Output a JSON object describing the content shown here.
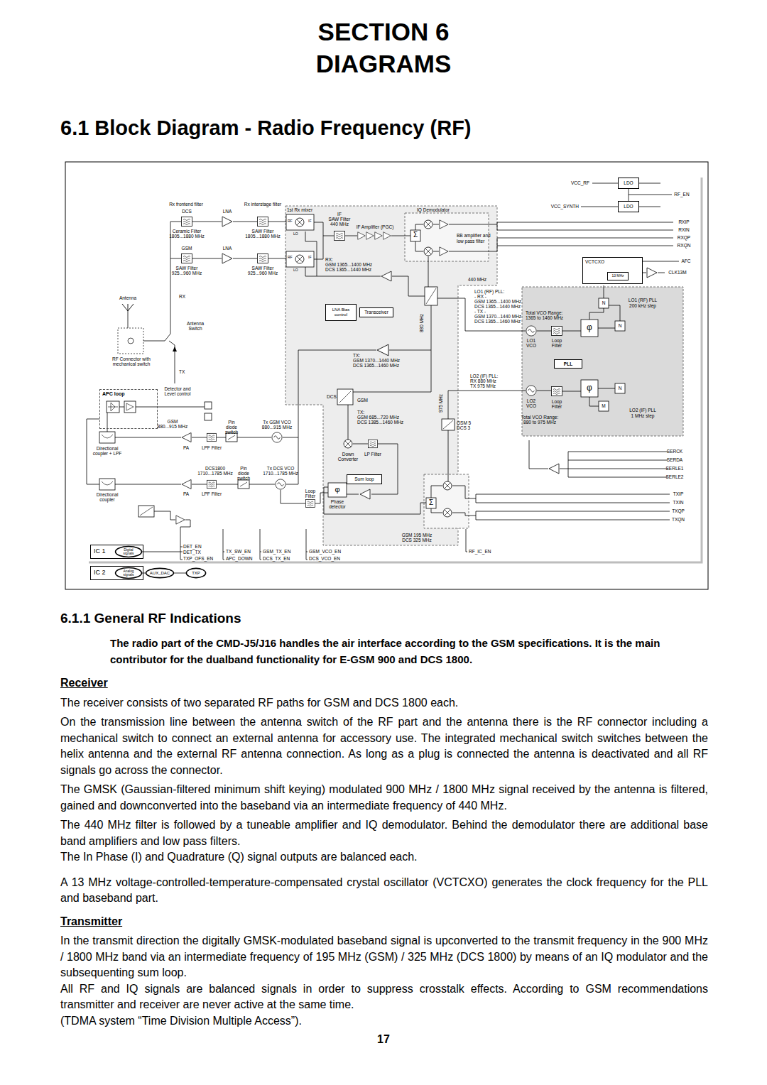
{
  "diagram": {
    "title": "SECTION 6 DIAGRAMS",
    "nodes": [
      {
        "text": [
          "LDO"
        ]
      },
      {
        "text": [
          "LDO"
        ]
      },
      {
        "text": [
          "VCTCXO"
        ]
      },
      {
        "text": [
          "13 MHz"
        ],
        "in": 2
      },
      {
        "text": [
          "LNA Bias control"
        ]
      },
      {
        "text": [
          "Transceiver"
        ]
      },
      {
        "text": [
          "PLL"
        ]
      },
      {
        "text": [
          "APC loop"
        ]
      },
      {
        "text": [
          "Sum loop"
        ]
      },
      {
        "text": [
          "IC 1"
        ]
      },
      {
        "text": [
          "Digital signals"
        ],
        "in": 9
      },
      {
        "text": [
          "IC 2"
        ]
      },
      {
        "text": [
          "Analog signals"
        ],
        "in": 11
      },
      {
        "text": [
          "AUX_DAC"
        ]
      },
      {
        "text": [
          "TXP"
        ]
      }
    ],
    "edges": [
      {
        "from": 12,
        "to": 13,
        "arrow": "none"
      },
      {
        "from": 13,
        "to": 14,
        "arrow": "none"
      }
    ],
    "labels": [
      "6.1 Block Diagram - Radio Frequency (RF)",
      "6.1.1 General RF Indications",
      "The radio part of the CMD-J5/J16 handles the air interface according to the GSM specifications. It is the main contributor for the dualband functionality for E-GSM 900 and DCS 1800.",
      "Receiver",
      "The receiver consists of two separated RF paths for GSM and DCS 1800 each.",
      "On the transmission line between the antenna switch of the RF part and the antenna there is the RF connector including a mechanical switch to connect an external antenna for accessory use. The integrated mechanical switch switches between the helix antenna and the external RF antenna connection. As long as a plug is connected the antenna is deactivated and all RF signals go across the connector.",
      "The GMSK (Gaussian-filtered minimum shift keying) modulated 900 MHz / 1800 MHz signal received by the antenna is filtered, gained and downconverted into the baseband via an intermediate frequency of 440 MHz.",
      "The 440 MHz filter is followed by a tuneable amplifier and IQ demodulator. Behind the demodulator there are additional base band amplifiers and low pass filters.",
      "The In Phase (I) and Quadrature (Q) signal outputs are balanced each.",
      "A 13 MHz voltage-controlled-temperature-compensated crystal oscillator (VCTCXO) generates the clock frequency for the PLL and baseband part.",
      "Transmitter",
      "In the transmit direction the digitally GMSK-modulated baseband signal is upconverted to the transmit frequency in the 900 MHz / 1800 MHz band via an intermediate frequency of 195 MHz (GSM) / 325 MHz (DCS 1800) by means of an IQ modulator and the subsequenting sum loop.",
      "All RF and IQ signals are balanced signals in order to suppress crosstalk effects. According to GSM recommendations transmitter and receiver are never active at the same time.",
      "(TDMA system “Time Division Multiple Access”).",
      "17",
      "Rx frontend filter",
      "DCS",
      "LNA",
      "Rx interstage filter",
      "1st Rx mixer",
      "RF",
      "IF",
      "LO",
      "Ceramic Filter",
      "1805...1880 MHz",
      "SAW Filter",
      "1805...1880 MHz",
      "GSM",
      "LNA",
      "RF",
      "IF",
      "LO",
      "SAW Filter",
      "925...960 MHz",
      "SAW Filter",
      "925...960 MHz",
      "IF",
      "SAW Filter",
      "440 MHz",
      "IF Amplifier (PGC)",
      "IQ Demodulator",
      "BB amplifier and",
      "low pass filter",
      "RX:",
      "GSM 1365...1400 MHz",
      "DCS 1365...1440 MHz",
      "440 MHz",
      "VCC_RF",
      "RF_EN",
      "VCC_SYNTH",
      "RXIP",
      "RXIN",
      "RXQP",
      "RXQN",
      "AFC",
      "CLK13M",
      "Antenna",
      "RX",
      "Antenna Switch",
      "880 MHz",
      "LO1 (RF) PLL:",
      "- RX -",
      "GSM 1365...1400 MHz",
      "DCS 1365...1440 MHz",
      "- TX -",
      "GSM 1370...1440 MHz",
      "DCS 1365...1460 MHz",
      "Total VCO Range:",
      "1365 to 1460 MHz",
      "LO1 VCO",
      "Loop Filter",
      "TX:",
      "GSM 1370...1440 MHz",
      "DCS 1365...1460 MHz",
      "RF Connector with mechanical switch",
      "TX",
      "LO2 (IF) PLL:",
      "RX 880 MHz",
      "TX 975 MHz",
      "Detector and Level control",
      "DCS",
      "GSM",
      "LO2 VCO",
      "Loop Filter",
      "Total VCO Range:",
      "880 to 975 MHz",
      "975 MHz",
      "GSM",
      "880...915 MHz",
      "Pin diode switch",
      "Tx GSM VCO",
      "880...915 MHz",
      "TX:",
      "GSM 685...720 MHz",
      "DCS 1385...1460 MHz",
      "GSM 5",
      "DCS 3",
      "Directional coupler + LPF",
      "PA",
      "LPF Filter",
      "Down Converter",
      "LP Filter",
      "SERCK",
      "SERDA",
      "SERLE1",
      "SERLE2",
      "DCS1800",
      "1710...1785 MHz",
      "Pin diode switch",
      "Tx DCS VCO",
      "1710...1785 MHz",
      "Loop Filter",
      "Directional coupler",
      "PA",
      "LPF Filter",
      "Phase detector",
      "TXIP",
      "TXIN",
      "TXQP",
      "TXQN",
      "GSM 195 MHz",
      "DCS 325 MHz",
      "DET_EN",
      "DET_TX",
      "TXP_OFS_EN",
      "TX_SW_EN",
      "APC_DOWN",
      "GSM_TX_EN",
      "DCS_TX_EN",
      "GSM_VCO_EN",
      "DCS_VCO_EN",
      "RF_IC_EN",
      "Σ",
      "Σ",
      "φ",
      "φ",
      "φ",
      "N",
      "N",
      "N",
      "M",
      "LO1 (RF) PLL",
      "200 kHz step",
      "LO2 (IF) PLL",
      "1 MHz step"
    ]
  }
}
